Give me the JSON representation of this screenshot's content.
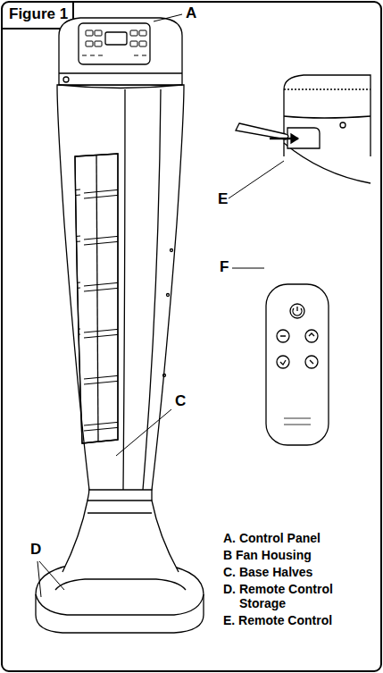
{
  "diagram": {
    "title": "Figure 1",
    "labels": [
      "A",
      "E",
      "F",
      "C",
      "D",
      "A. Control Panel",
      "B Fan Housing",
      "C. Base Halves",
      "D. Remote Control Storage",
      "E. Remote Control"
    ]
  }
}
